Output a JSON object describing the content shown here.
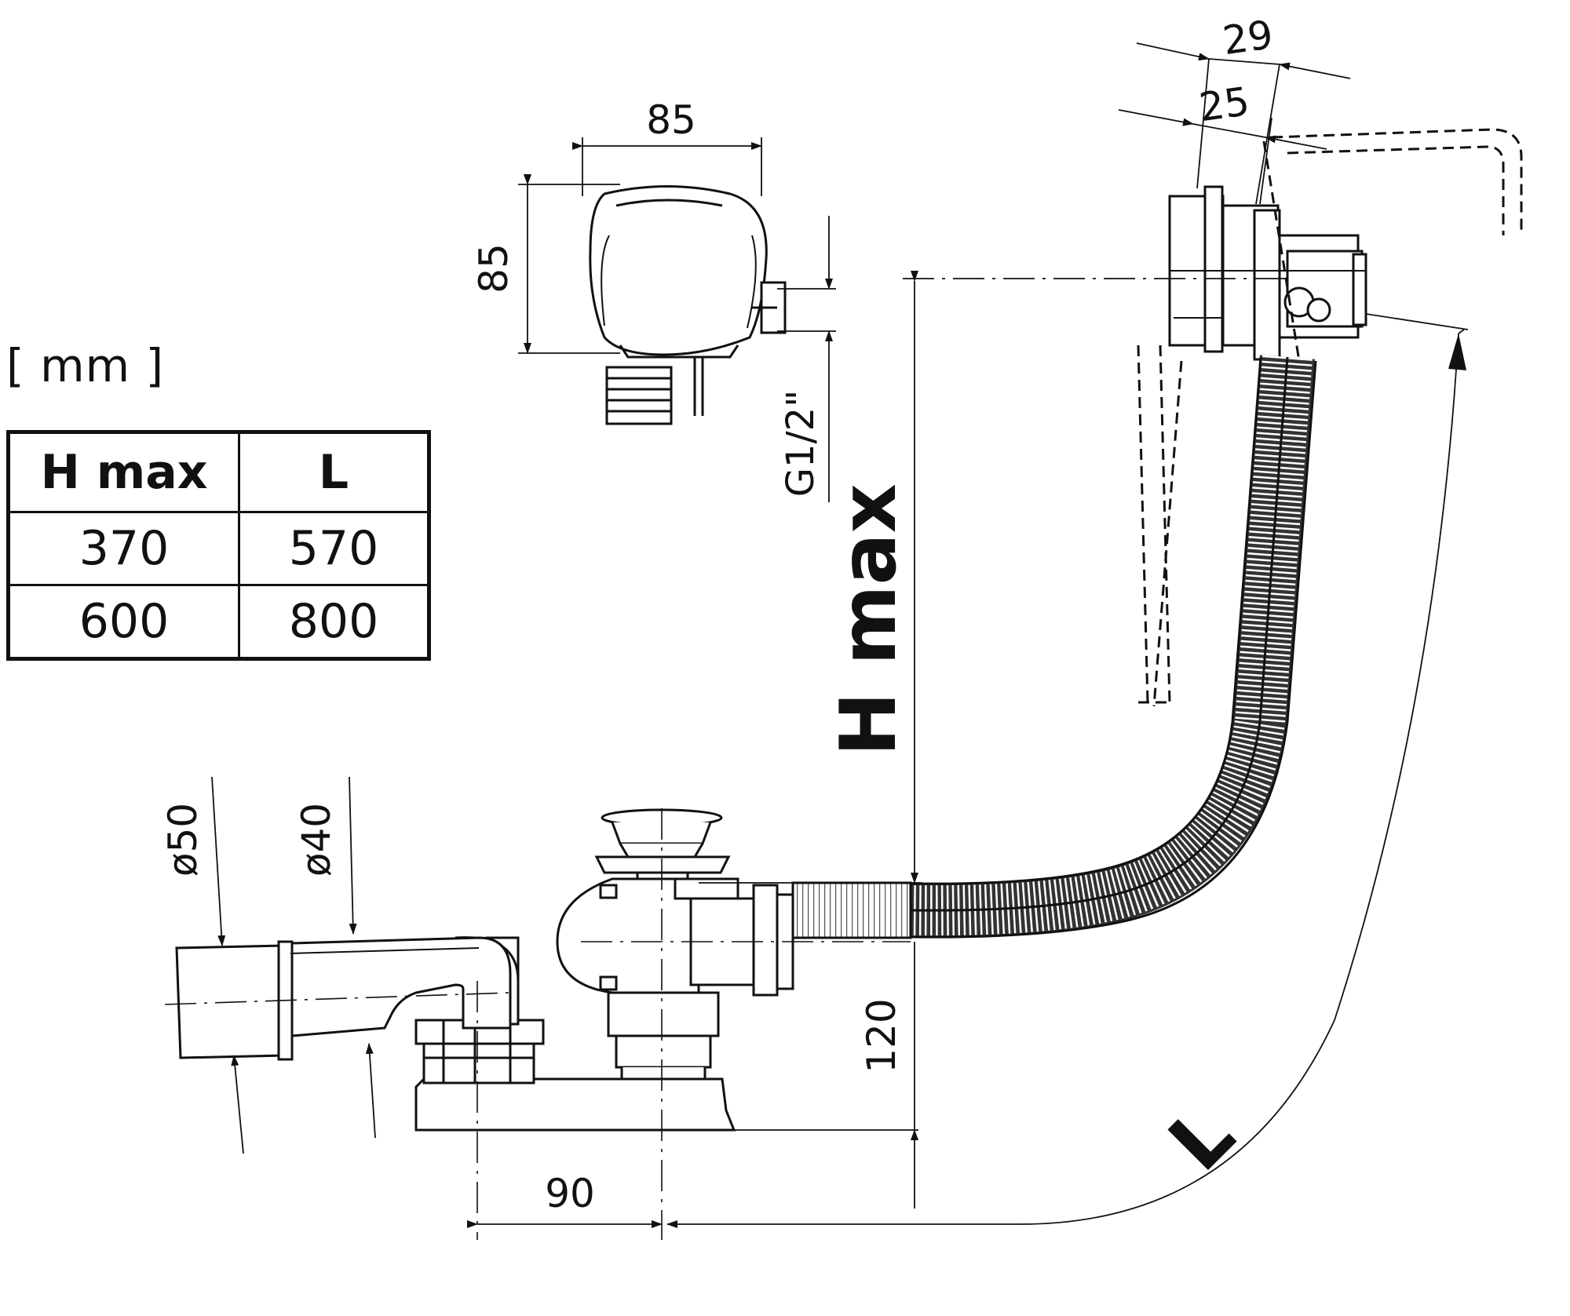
{
  "units": "[ mm ]",
  "table": {
    "headers": [
      "H max",
      "L"
    ],
    "rows": [
      [
        "370",
        "570"
      ],
      [
        "600",
        "800"
      ]
    ]
  },
  "dimensions": {
    "overflow_width": "85",
    "overflow_height": "85",
    "thread": "G1/2\"",
    "flange_outer": "29",
    "flange_inner": "25",
    "hmax_label": "H max",
    "pipe_outer": "ø50",
    "pipe_inner": "ø40",
    "drain_height": "120",
    "drain_offset": "90",
    "length_label": "L"
  }
}
